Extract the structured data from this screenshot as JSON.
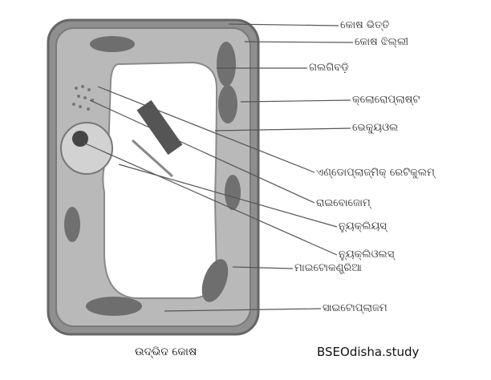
{
  "labels": {
    "cell_wall": "କୋଷ ଭିତ୍ତି",
    "cell_membrane": "କୋଷ ଝିଲ୍ଲୀ",
    "golgi_body": "ଗଲଗିବଡ଼ି",
    "chloroplast": "କ୍ଲୋରୋପ୍ଲାଷ୍ଟ",
    "vacuole": "ଭେକ୍ୟୁଓଲ",
    "endoplasmic_reticulum": "ଏଣ୍ଡୋପ୍ଲାଜ୍ମିକ୍ ରେଟିକୁଲମ୍",
    "ribosome": "ରାଇବୋଜୋମ୍",
    "nucleus": "ନ୍ୟୁକ୍ଲିୟସ୍",
    "nucleolus": "ନ୍ୟୁକ୍ଲିଓଲସ୍",
    "mitochondria": "ମାଇଟୋକଣ୍ଡ୍ରିଆ",
    "cytoplasm": "ସାଇଟୋପ୍ଲାଜମ"
  },
  "caption": "ଉଦ୍ଭିଦ କୋଷ",
  "watermark": "BSEOdisha.study"
}
